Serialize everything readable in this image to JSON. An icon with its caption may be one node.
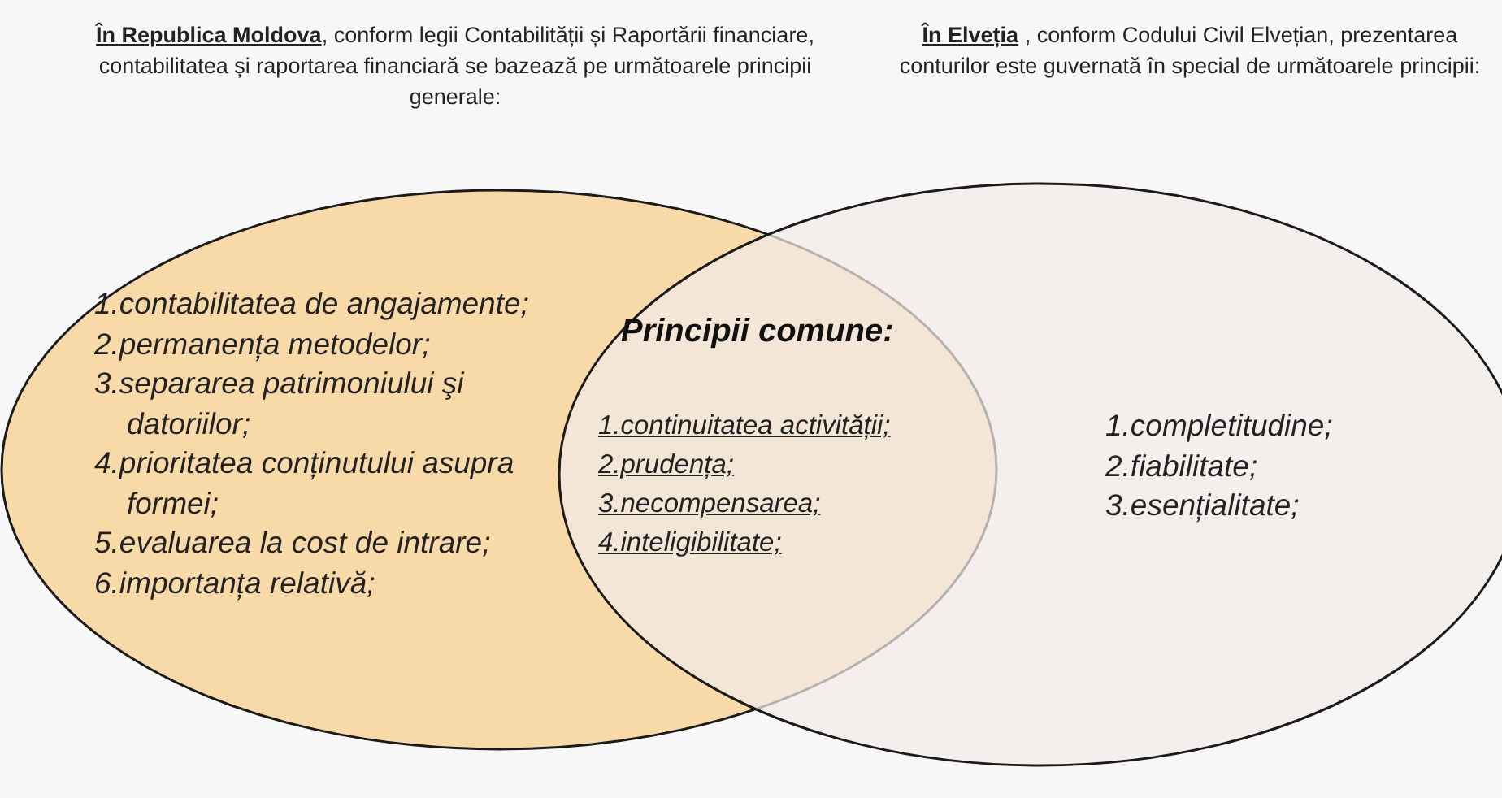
{
  "diagram": {
    "nodes": [
      {
        "text": [
          "**În Republica Moldova**, conform legii Contabilității și Raportării financiare, contabilitatea și raportarea financiară se bazează pe următoarele principii generale:",
          "1.contabilitatea de angajamente;",
          "2.permanența metodelor;",
          "3.separarea patrimoniului şi datoriilor;",
          "4.prioritatea conținutului asupra formei;",
          "5.evaluarea la cost de intrare;",
          "6.importanța relativă;"
        ]
      },
      {
        "text": [
          "Principii comune:",
          "1.continuitatea activității;",
          "2.prudența;",
          "3.necompensarea;",
          "4.inteligibilitate;"
        ]
      },
      {
        "text": [
          "**În Elveția** , conform Codului Civil Elvețian, prezentarea conturilor este guvernată în special de următoarele principii:",
          "1.completitudine;",
          "2.fiabilitate;",
          "3.esențialitate;"
        ]
      }
    ]
  }
}
